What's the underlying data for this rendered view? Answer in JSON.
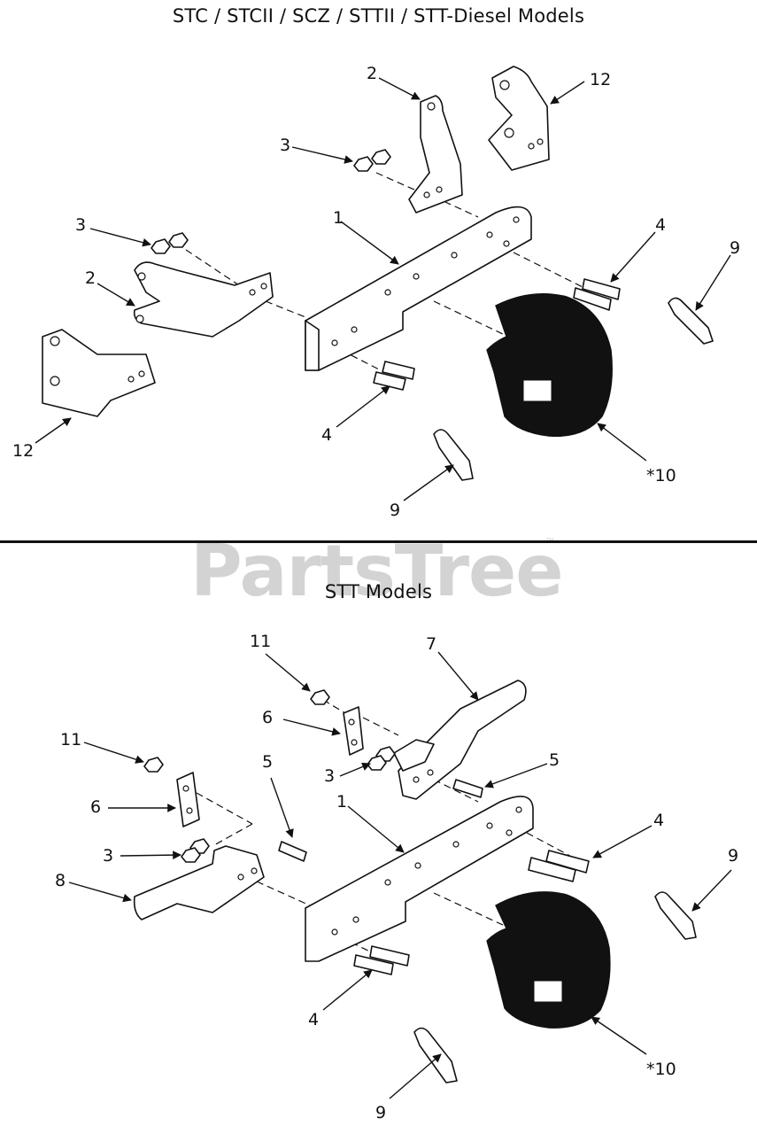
{
  "section_top": {
    "title": "STC / STCII / SCZ / STTII / STT-Diesel Models"
  },
  "section_bottom": {
    "title": "STT Models"
  },
  "watermark": {
    "text": "PartsTree",
    "tm": "™"
  },
  "top_callouts": [
    "2",
    "12",
    "3",
    "3",
    "1",
    "4",
    "9",
    "2",
    "12",
    "4",
    "*10",
    "9"
  ],
  "bottom_callouts": [
    "11",
    "7",
    "6",
    "11",
    "5",
    "5",
    "3",
    "1",
    "6",
    "4",
    "3",
    "9",
    "8",
    "4",
    "*10",
    "9"
  ]
}
